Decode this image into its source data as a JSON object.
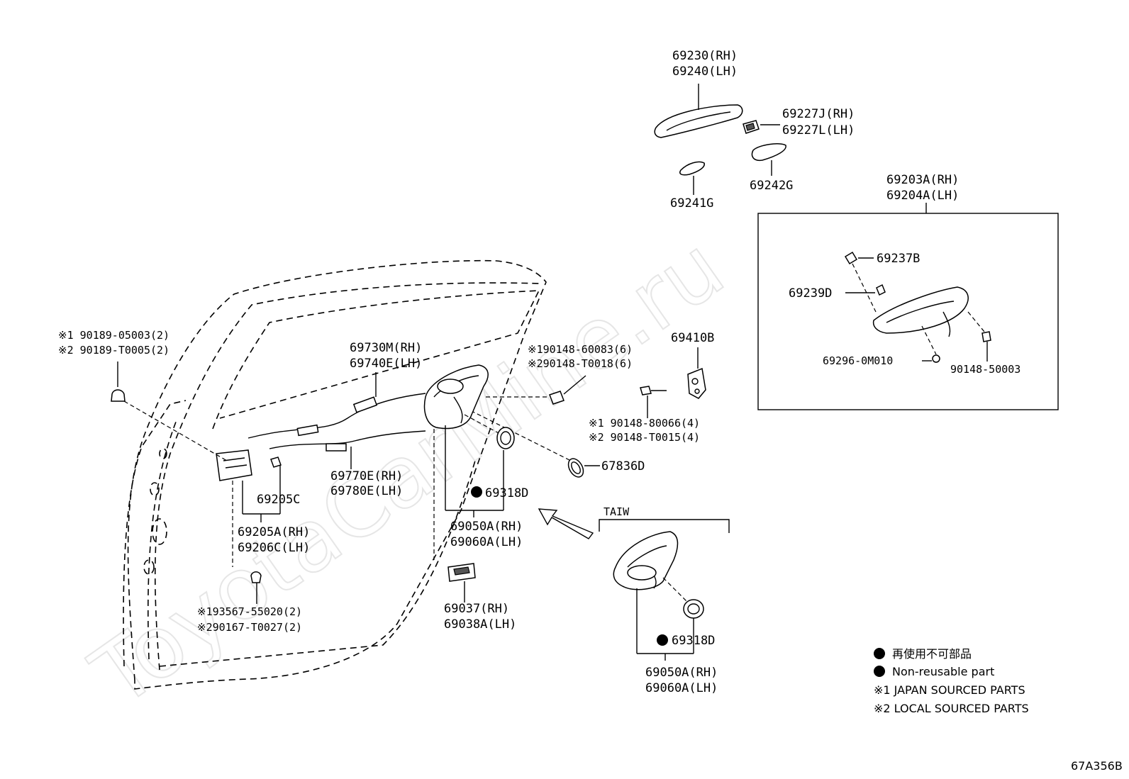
{
  "watermark": "ToyotaCarMine.ru",
  "figure_code": "67A356B",
  "callouts": {
    "outer_handle": [
      "69230(RH)",
      "69240(LH)"
    ],
    "handle_cover": [
      "69227J(RH)",
      "69227L(LH)"
    ],
    "pad_front": "69241G",
    "pad_rear": "69242G",
    "frame_assy": [
      "69203A(RH)",
      "69204A(LH)"
    ],
    "cap": "69237B",
    "clip": "69239D",
    "screw_frame": "69296-0M010",
    "bolt_frame": "90148-50003",
    "striker": "69410B",
    "striker_screws": [
      "※1 90148-80066(4)",
      "※2 90148-T0015(4)"
    ],
    "lock_screws": [
      "※190148-60083(6)",
      "※290148-T0018(6)"
    ],
    "grommet": "67836D",
    "cable_upper": [
      "69730M(RH)",
      "69740E(LH)"
    ],
    "cable_lower": [
      "69770E(RH)",
      "69780E(LH)"
    ],
    "clip_top_left": [
      "※1 90189-05003(2)",
      "※2 90189-T0005(2)"
    ],
    "inner_handle": "69205C",
    "inner_handle_assy": [
      "69205A(RH)",
      "69206C(LH)"
    ],
    "screw_inner": [
      "※193567-55020(2)",
      "※290167-T0027(2)"
    ],
    "seal_main": "69318D",
    "lock_assy_main": [
      "69050A(RH)",
      "69060A(LH)"
    ],
    "lock_lower": [
      "69037(RH)",
      "69038A(LH)"
    ],
    "taiw_label": "TAIW",
    "seal_taiw": "69318D",
    "lock_assy_taiw": [
      "69050A(RH)",
      "69060A(LH)"
    ]
  },
  "legend": {
    "item1": "再使用不可部品",
    "item2": "Non-reusable part",
    "item3": "※1  JAPAN SOURCED PARTS",
    "item4": "※2  LOCAL SOURCED PARTS"
  }
}
